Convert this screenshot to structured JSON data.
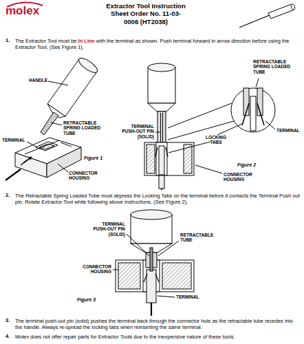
{
  "diagram": {
    "title": "Extractor Tool Instruction Sheet Order No. 11-03-0006 (HT2038)",
    "labels": [
      "molex",
      "1.",
      "The Extractor Tool must be",
      "In Line",
      "with the terminal as shown.  Push terminal forward in arrow direction before using the Extractor Tool, (See Figure 1).",
      "HANDLE",
      "RETRACTABLE SPRING LOADED TUBE",
      "TERMINAL",
      "Figure 1",
      "CONNECTOR HOUSING",
      "TERMINAL PUSH-OUT PIN (SOLID)",
      "RETRACTABLE SPRING LOADED TUBE",
      "LOCKING TABS",
      "TERMINAL",
      "Figure 2",
      "CONNECTOR HOUSING",
      "2.",
      "The Retractable Spring Loaded Tube must depress the Locking Tabs on the terminal before it contacts the Terminal Push out pin.  Rotate Extractor Tool while following above instructions, (See Figure 2).",
      "TERMINAL PUSH-OUT PIN (SOLID)",
      "RETRACTABLE TUBE",
      "CONNECTOR HOUSING",
      "Figure 3",
      "TERMINAL",
      "3.",
      "The terminal push-out pin (solid) pushes the terminal back through the connector hole as the retractable tube recedes into the handle.  Always re-spread the locking tabs when reinserting the same terminal.",
      "4.",
      "Molex does not offer repair parts for Extractor Tools due to the inexpensive nature of these tools."
    ]
  }
}
